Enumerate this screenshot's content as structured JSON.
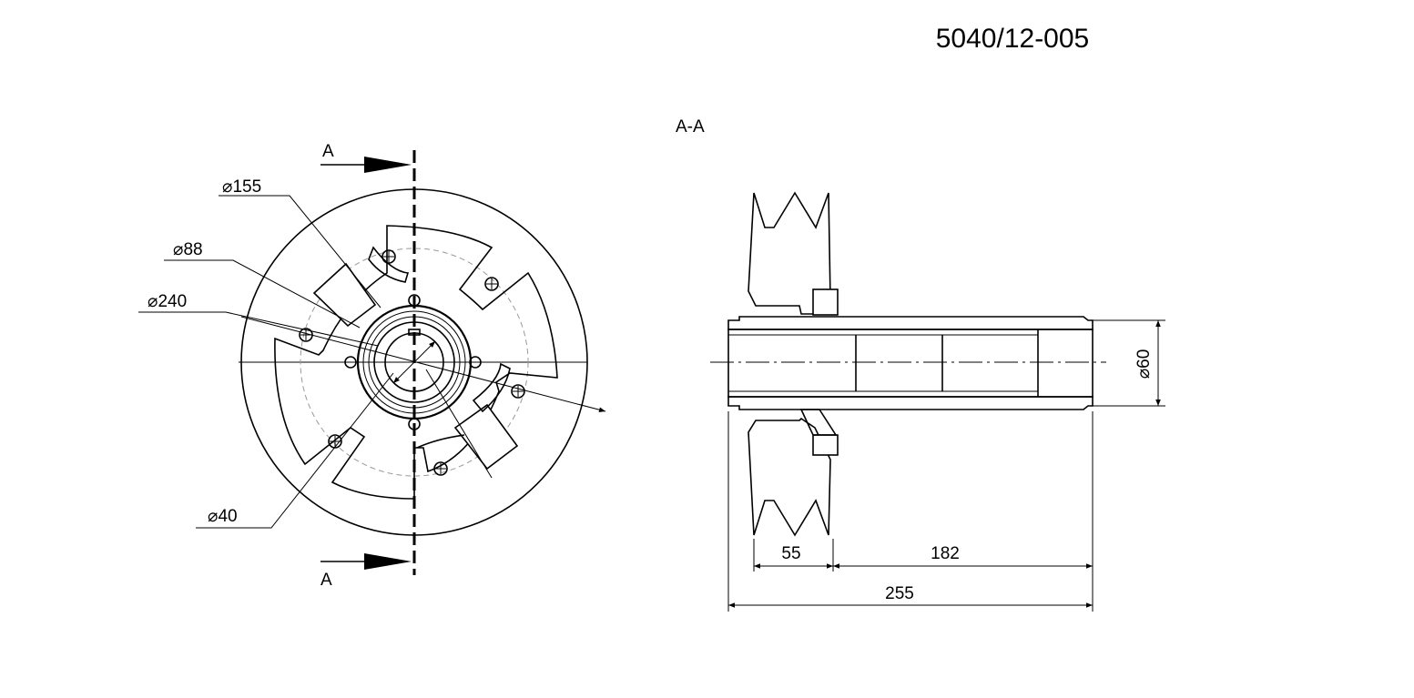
{
  "drawing_number": "5040/12-005",
  "section_title": "A-A",
  "section_markers": {
    "top": "A",
    "bottom": "A"
  },
  "front_view": {
    "dimensions": [
      {
        "symbol": "⌀",
        "value": "155"
      },
      {
        "symbol": "⌀",
        "value": "88"
      },
      {
        "symbol": "⌀",
        "value": "240"
      },
      {
        "symbol": "⌀",
        "value": "40"
      }
    ]
  },
  "section_view": {
    "dimensions": [
      {
        "value": "55"
      },
      {
        "value": "182"
      },
      {
        "value": "255"
      },
      {
        "symbol": "⌀",
        "value": "60"
      }
    ]
  }
}
